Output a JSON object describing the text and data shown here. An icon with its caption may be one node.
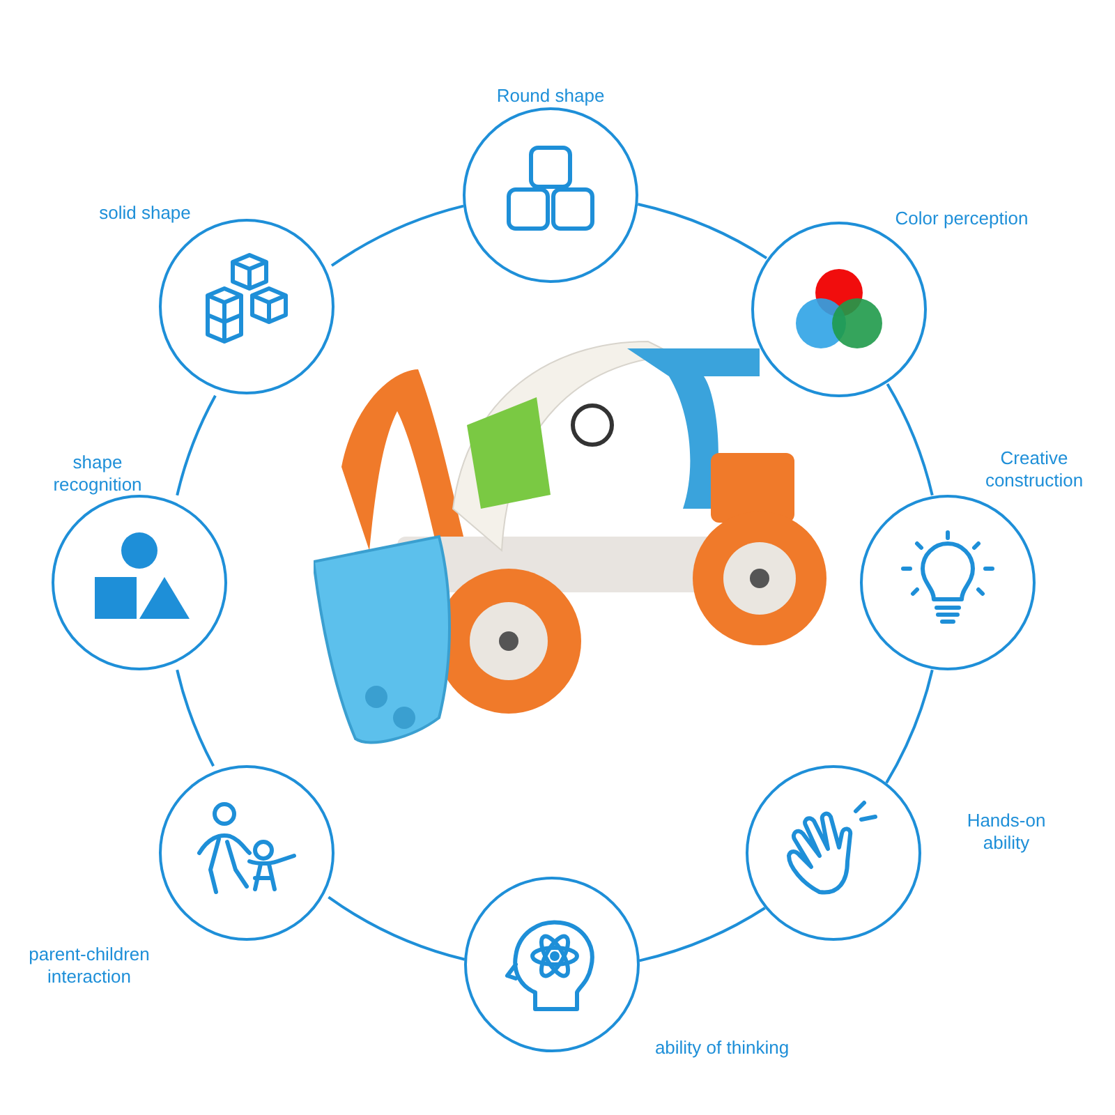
{
  "diagram": {
    "nodes": [
      {
        "text": [
          "Round shape"
        ]
      },
      {
        "text": [
          "Color perception"
        ]
      },
      {
        "text": [
          "Creative construction"
        ]
      },
      {
        "text": [
          "Hands-on ability"
        ]
      },
      {
        "text": [
          "ability of thinking"
        ]
      },
      {
        "text": [
          "parent-children interaction"
        ]
      },
      {
        "text": [
          "shape recognition"
        ]
      },
      {
        "text": [
          "solid shape"
        ]
      }
    ],
    "edges": [
      {
        "from": 0,
        "to": 1,
        "arrow": "none"
      },
      {
        "from": 1,
        "to": 2,
        "arrow": "none"
      },
      {
        "from": 2,
        "to": 3,
        "arrow": "none"
      },
      {
        "from": 3,
        "to": 4,
        "arrow": "none"
      },
      {
        "from": 4,
        "to": 5,
        "arrow": "none"
      },
      {
        "from": 5,
        "to": 6,
        "arrow": "none"
      },
      {
        "from": 6,
        "to": 7,
        "arrow": "none"
      },
      {
        "from": 7,
        "to": 0,
        "arrow": "none"
      }
    ]
  }
}
